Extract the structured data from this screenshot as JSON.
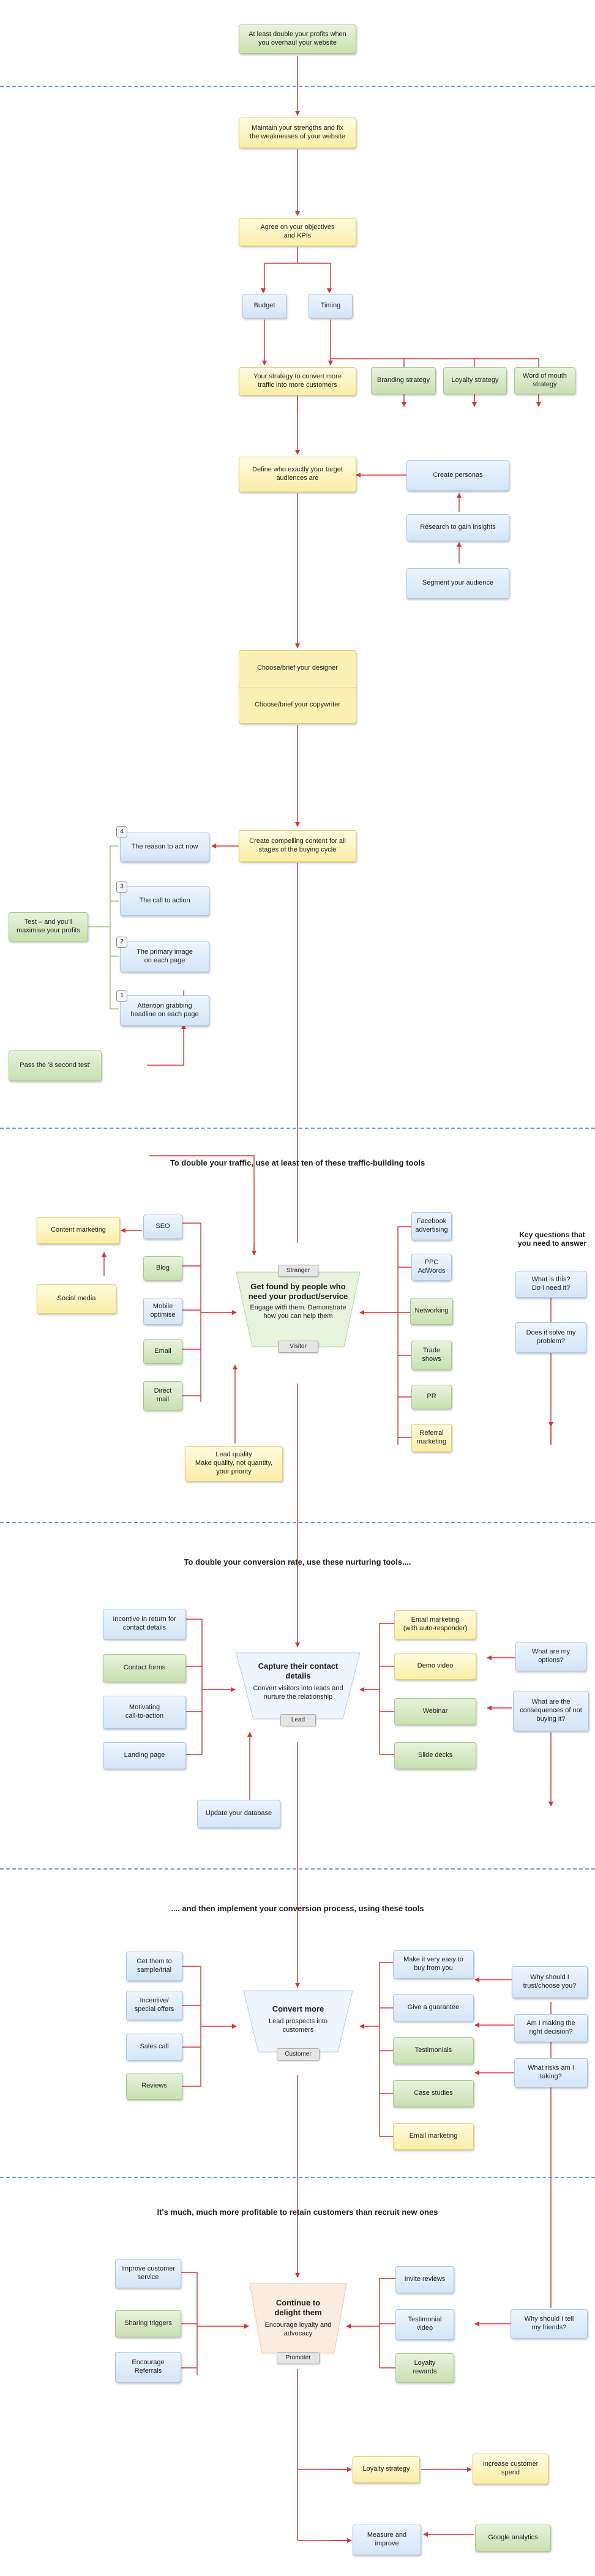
{
  "colors": {
    "green_box": "#d5e8c0",
    "yellow_box": "#fbf0b4",
    "blue_box": "#dbe9f8",
    "arrow": "#e03030",
    "divider": "#6f9bcf",
    "stage_tag": "#e6e6e6"
  },
  "planning": {
    "goal": "At least double your profits when\nyou overhaul  your website",
    "strengths": "Maintain your strengths and fix\nthe weaknesses of your website",
    "objectives": "Agree on your objectives\nand KPIs",
    "budget": "Budget",
    "timing": "Timing",
    "strategy": "Your strategy to convert more\ntraffic into more customers",
    "branding": "Branding strategy",
    "loyalty": "Loyalty strategy",
    "word_of_mouth": "Word of mouth\nstrategy",
    "audiences": "Define who exactly your target\naudiences are",
    "personas": "Create  personas",
    "research": "Research to gain insights",
    "segment": "Segment your audience",
    "designer": "Choose/brief your designer",
    "copywriter": "Choose/brief your copywriter",
    "content": "Create compelling content for all\nstages of the buying cycle",
    "reason": "The reason to act now",
    "cta": "The call to action",
    "image": "The primary  image\non each page",
    "headline": "Attention grabbing\nheadline on each page",
    "test": "Test – and you'll\nmaximise your profits",
    "pass_test": "Pass the '8 second test'",
    "numbers": [
      "4",
      "3",
      "2",
      "1"
    ]
  },
  "traffic": {
    "title": "To double your traffic, use at least ten of these traffic-building tools",
    "left_tools": [
      "SEO",
      "Blog",
      "Mobile\noptimise",
      "Email",
      "Direct\nmail"
    ],
    "content_marketing": "Content marketing",
    "social_media": "Social media",
    "right_tools": [
      "Facebook\nadvertising",
      "PPC\nAdWords",
      "Networking",
      "Trade\nshows",
      "PR",
      "Referral\nmarketing"
    ],
    "funnel_head": "Get found by people who\nneed your product/service",
    "funnel_sub": "Engage with them. Demonstrate\nhow you can help them",
    "stage_top": "Stranger",
    "stage_bottom": "Visitor",
    "lead_quality": "Lead quality\nMake quality, not quantity,\nyour priority",
    "questions_title": "Key questions that\nyou need to answer",
    "questions": [
      "What is this?\nDo I need it?",
      "Does it solve my\nproblem?"
    ]
  },
  "nurture": {
    "title": "To double your conversion rate,  use these nurturing tools....",
    "left_tools": [
      "Incentive in return for\ncontact details",
      "Contact forms",
      "Motivating\ncall-to-action",
      "Landing page"
    ],
    "right_tools": [
      "Email marketing\n(with auto-responder)",
      "Demo video",
      "Webinar",
      "Slide decks"
    ],
    "funnel_head": "Capture their contact\ndetails",
    "funnel_sub": "Convert visitors into leads and\nnurture the relationship",
    "stage": "Lead",
    "database": "Update your database",
    "questions": [
      "What are my\noptions?",
      "What are the\nconsequences of not\nbuying it?"
    ]
  },
  "convert": {
    "title": ".... and then implement your conversion process, using these tools",
    "left_tools": [
      "Get them to\nsample/trial",
      "Incentive/\nspecial offers",
      "Sales call",
      "Reviews"
    ],
    "right_tools": [
      "Make it very easy to\nbuy from you",
      "Give a guarantee",
      "Testimonials",
      "Case studies",
      "Email marketing"
    ],
    "funnel_head": "Convert more",
    "funnel_sub": "Lead prospects into\ncustomers",
    "stage": "Customer",
    "questions": [
      "Why should I\ntrust/choose you?",
      "Am I making the\nright decision?",
      "What risks am I\ntaking?"
    ]
  },
  "retain": {
    "title": "It's much, much more profitable to  retain customers than recruit new ones",
    "left_tools": [
      "Improve customer\nservice",
      "Sharing triggers",
      "Encourage\nReferrals"
    ],
    "right_tools": [
      "Invite reviews",
      "Testimonial\nvideo",
      "Loyalty\nrewards"
    ],
    "funnel_head": "Continue to\ndelight them",
    "funnel_sub": "Encourage loyalty and\nadvocacy",
    "stage": "Promoter",
    "question": "Why should I tell\nmy friends?",
    "loyalty": "Loyalty strategy",
    "spend": "Increase customer\nspend",
    "measure": "Measure and\nimprove",
    "analytics": "Google analytics"
  }
}
